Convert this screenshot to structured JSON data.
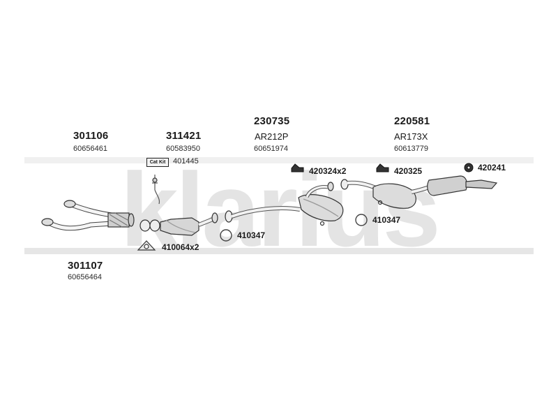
{
  "brand": {
    "watermark_text": "klarius",
    "watermark_color": "#e6e6e6"
  },
  "parts": {
    "front_pipe_upper": {
      "number": "301106",
      "oem": "60656461"
    },
    "front_pipe_lower": {
      "number": "301107",
      "oem": "60656464"
    },
    "catalyst": {
      "number": "311421",
      "oem": "60583950"
    },
    "cat_kit": {
      "badge": "Cat Kit",
      "number": "401445"
    },
    "centre_silencer": {
      "number": "230735",
      "code": "AR212P",
      "oem": "60651974"
    },
    "rear_silencer": {
      "number": "220581",
      "code": "AR173X",
      "oem": "60613779"
    }
  },
  "fittings": {
    "gasket_triangle": "410064x2",
    "ring_left": "410347",
    "ring_right": "410347",
    "mount_pair": "420324x2",
    "mount_single": "420325",
    "mount_rubber": "420241"
  },
  "icons": [
    "gasket-triangle-icon",
    "sealing-ring-icon",
    "rubber-mount-icon",
    "rubber-hanger-icon"
  ]
}
